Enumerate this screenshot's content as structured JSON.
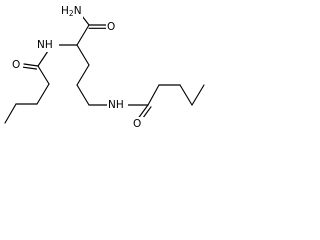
{
  "molecule": {
    "atoms": {
      "amide_nitrogen": {
        "element": "N",
        "hydrogens": "2"
      },
      "carbonyl_oxygen_amide": {
        "element": "O"
      },
      "alpha_amine": {
        "element": "NH"
      },
      "left_carbonyl_oxygen": {
        "element": "O"
      },
      "side_chain_amine": {
        "element": "NH"
      },
      "right_carbonyl_oxygen": {
        "element": "O"
      }
    },
    "label_color": "#000000",
    "bond_color": "#000000",
    "background": "#ffffff"
  }
}
